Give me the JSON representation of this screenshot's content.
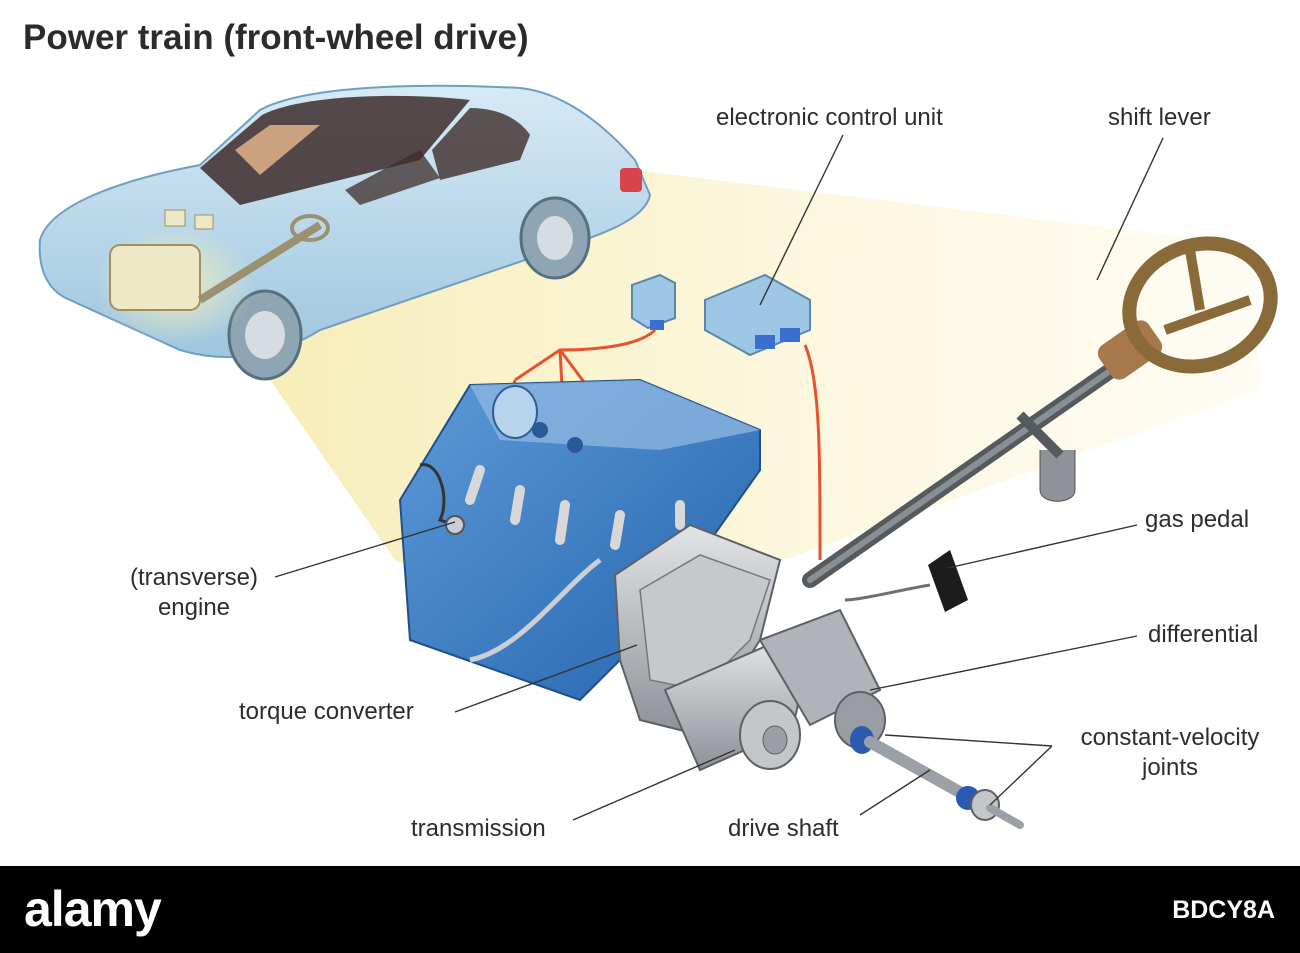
{
  "title": "Power train (front-wheel drive)",
  "labels": {
    "ecu": "electronic control unit",
    "shift_lever": "shift lever",
    "gas_pedal": "gas pedal",
    "engine_line1": "(transverse)",
    "engine_line2": "engine",
    "differential": "differential",
    "torque_converter": "torque converter",
    "cv_line1": "constant-velocity",
    "cv_line2": "joints",
    "transmission": "transmission",
    "drive_shaft": "drive shaft"
  },
  "footer": {
    "logo": "alamy",
    "image_code": "BDCY8A"
  },
  "colors": {
    "car_body": "#b9d9ec",
    "engine_block": "#3c7ec6",
    "wiring": "#e8532f",
    "metal": "#b9bcc0",
    "steering_wheel": "#8b6a3a",
    "spotlight": "#fbf3c8"
  }
}
